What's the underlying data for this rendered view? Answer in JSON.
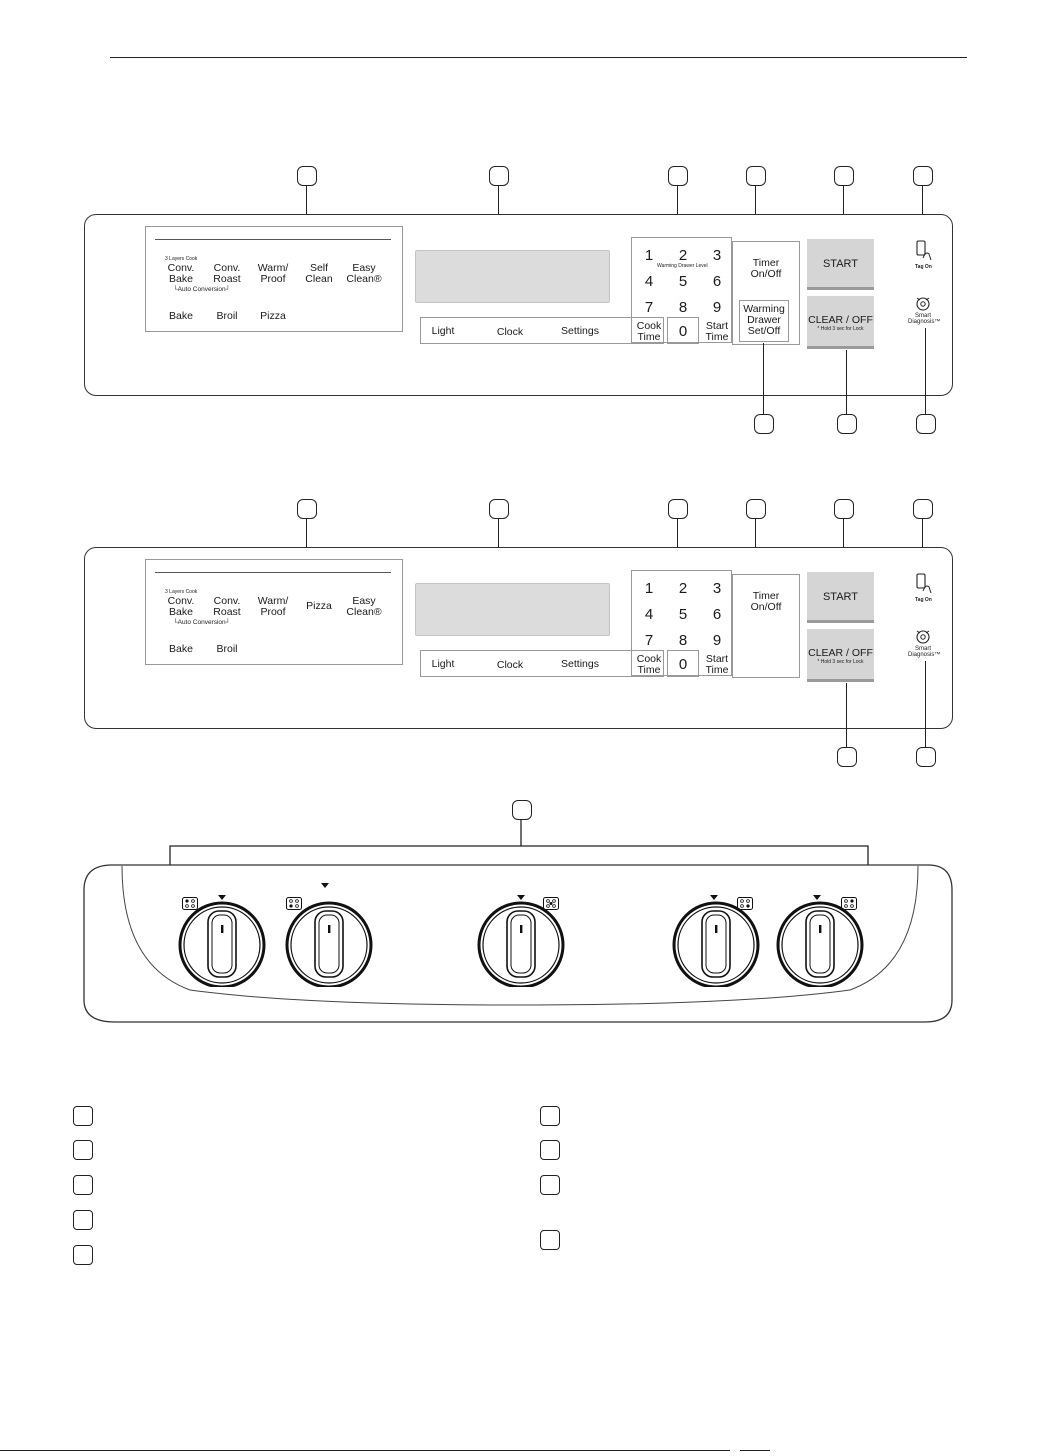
{
  "panel_a": {
    "mode_small": "3 Layers Cook",
    "modes_row1": [
      "Conv.\nBake",
      "Conv.\nRoast",
      "Warm/\nProof",
      "Self\nClean",
      "Easy\nClean®"
    ],
    "auto_conversion": "└Auto Conversion┘",
    "modes_row2": [
      "Bake",
      "Broil",
      "Pizza"
    ],
    "bottom_keys": [
      "Light",
      "Clock",
      "Settings"
    ],
    "cook_time": "Cook\nTime",
    "digits": [
      "1",
      "2",
      "3",
      "4",
      "5",
      "6",
      "7",
      "8",
      "9",
      "0"
    ],
    "warming_drawer_level": "Warming Drawer Level",
    "start_time": "Start\nTime",
    "timer": "Timer\nOn/Off",
    "warming_drawer": "Warming\nDrawer\nSet/Off",
    "start": "START",
    "clear_off": "CLEAR / OFF",
    "hold_note": "* Hold 3 sec for Lock",
    "tag_on": "Tag On",
    "smart_diagnosis": "Smart\nDiagnosis™"
  },
  "panel_b": {
    "mode_small": "3 Layers Cook",
    "modes_row1": [
      "Conv.\nBake",
      "Conv.\nRoast",
      "Warm/\nProof",
      "Pizza",
      "Easy\nClean®"
    ],
    "auto_conversion": "└Auto Conversion┘",
    "modes_row2": [
      "Bake",
      "Broil"
    ],
    "bottom_keys": [
      "Light",
      "Clock",
      "Settings"
    ],
    "cook_time": "Cook\nTime",
    "digits": [
      "1",
      "2",
      "3",
      "4",
      "5",
      "6",
      "7",
      "8",
      "9",
      "0"
    ],
    "start_time": "Start\nTime",
    "timer": "Timer\nOn/Off",
    "start": "START",
    "clear_off": "CLEAR / OFF",
    "hold_note": "* Hold 3 sec for Lock",
    "tag_on": "Tag On",
    "smart_diagnosis": "Smart\nDiagnosis™"
  },
  "colors": {
    "line": "#222222",
    "display": "#dcdcdc",
    "button_grey": "#d5d5d5"
  },
  "icons": [
    "tag-on-icon",
    "smart-diagnosis-icon",
    "burner-position-icon",
    "knob-indicator-icon"
  ]
}
